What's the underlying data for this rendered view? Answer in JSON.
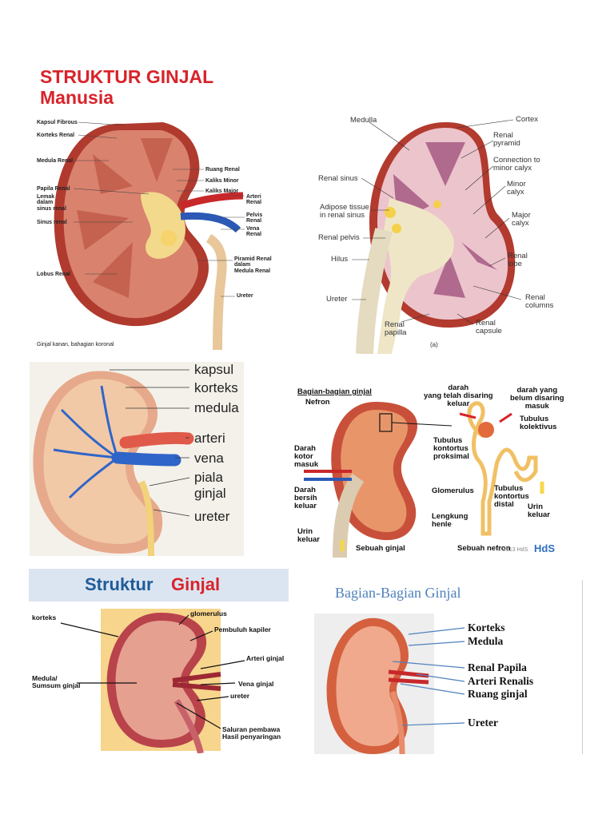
{
  "panel1": {
    "title_line1": "STRUKTUR GINJAL",
    "title_line2": "Manusia",
    "caption": "Ginjal kanan, bahagian koronal",
    "labels": {
      "kapsul": "Kapsul Fibrous",
      "korteks": "Korteks Renal",
      "medula": "Medula Renal",
      "papila": "Papila Renal",
      "lemak": "Lemak\ndalam\nsinus renal",
      "sinus": "Sinus renal",
      "lobus": "Lobus Renal",
      "ruang": "Ruang Renal",
      "minor": "Kaliks Minor",
      "major": "Kaliks Major",
      "arteri": "Arteri\nRenal",
      "pelvis": "Pelvis\nRenal",
      "vena": "Vena\nRenal",
      "piramid": "Piramid Renal\ndalam\nMedula Renal",
      "ureter": "Ureter"
    }
  },
  "panel2": {
    "tag": "(a)",
    "labels": {
      "medulla": "Medulla",
      "cortex": "Cortex",
      "pyramid": "Renal\npyramid",
      "connection": "Connection to\nminor calyx",
      "minor": "Minor\ncalyx",
      "major": "Major\ncalyx",
      "lobe": "Renal\nlobe",
      "columns": "Renal\ncolumns",
      "capsule": "Renal\ncapsule",
      "papilla": "Renal\npapilla",
      "ureter": "Ureter",
      "hilus": "Hilus",
      "pelvis": "Renal pelvis",
      "adipose": "Adipose tissue\nin renal sinus",
      "sinus": "Renal sinus"
    }
  },
  "panel3": {
    "labels": [
      "kapsul",
      "korteks",
      "medula",
      "arteri",
      "vena",
      "piala\nginjal",
      "ureter"
    ]
  },
  "panel4": {
    "title": "Bagian-bagian ginjal",
    "watermark": "© 2013 HdS",
    "brand": "HdS",
    "labels": {
      "nefron": "Nefron",
      "darah_kotor": "Darah\nkotor\nmasuk",
      "darah_bersih": "Darah\nbersih\nkeluar",
      "urin": "Urin\nkeluar",
      "sebuah_ginjal": "Sebuah ginjal",
      "sebuah_nefron": "Sebuah nefron",
      "disaring": "darah\nyang telah disaring\nkeluar",
      "belum": "darah yang\nbelum disaring\nmasuk",
      "kolektivus": "Tubulus\nkolektivus",
      "proksimal": "Tubulus\nkontortus\nproksimal",
      "glomerulus": "Glomerulus",
      "distal": "Tubulus\nkontortus\ndistal",
      "urin2": "Urin\nkeluar",
      "henle": "Lengkung\nhenle"
    }
  },
  "panel5": {
    "title_part1": "Struktur",
    "title_part2": "Ginjal",
    "labels": {
      "korteks": "korteks",
      "glomerulus": "glomerulus",
      "kapiler": "Pembuluh kapiler",
      "arteri": "Arteri ginjal",
      "medula": "Medula/\nSumsum ginjal",
      "vena": "Vena ginjal",
      "ureter": "ureter",
      "saluran": "Saluran pembawa\nHasil penyaringan"
    }
  },
  "panel6": {
    "title": "Bagian-Bagian Ginjal",
    "labels": [
      "Korteks",
      "Medula",
      "Renal Papila",
      "Arteri Renalis",
      "Ruang ginjal",
      "Ureter"
    ]
  }
}
